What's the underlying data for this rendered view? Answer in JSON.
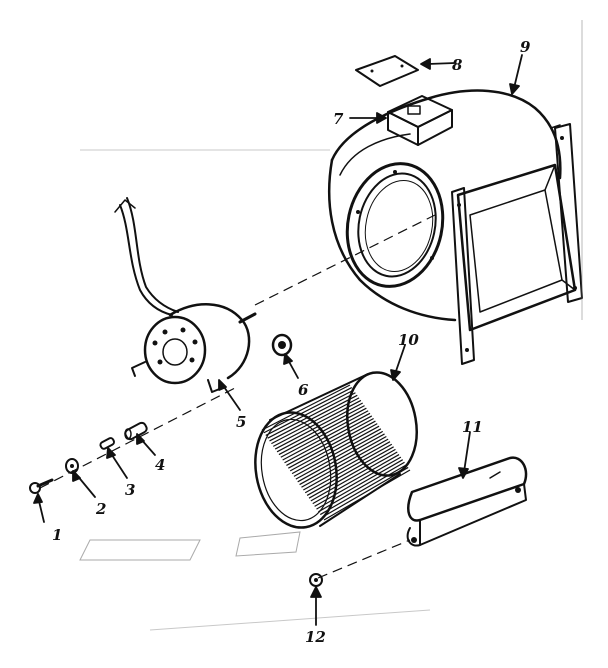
{
  "colors": {
    "ink": "#111111",
    "paper": "#ffffff"
  },
  "callouts": [
    {
      "id": "1",
      "text": "1"
    },
    {
      "id": "2",
      "text": "2"
    },
    {
      "id": "3",
      "text": "3"
    },
    {
      "id": "4",
      "text": "4"
    },
    {
      "id": "5",
      "text": "5"
    },
    {
      "id": "6",
      "text": "6"
    },
    {
      "id": "7",
      "text": "7"
    },
    {
      "id": "8",
      "text": "8"
    },
    {
      "id": "9",
      "text": "9"
    },
    {
      "id": "10",
      "text": "10"
    },
    {
      "id": "11",
      "text": "11"
    },
    {
      "id": "12",
      "text": "12"
    }
  ]
}
